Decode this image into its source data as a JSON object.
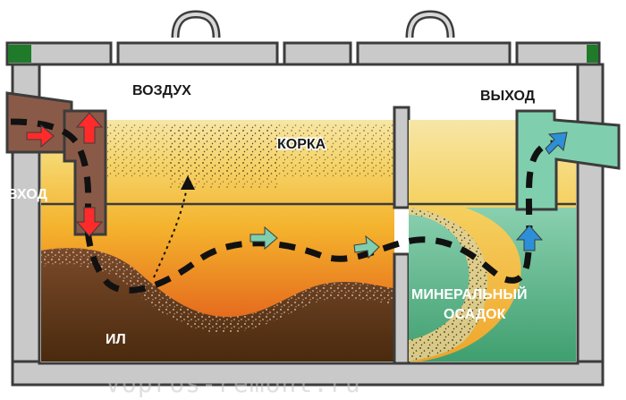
{
  "labels": {
    "air": "ВОЗДУХ",
    "crust": "КОРКА",
    "inlet": "ВХОД",
    "outlet": "ВЫХОД",
    "mineral_line1": "МИНЕРАЛЬНЫЙ",
    "mineral_line2": "ОСАДОК",
    "sludge": "ИЛ"
  },
  "watermark": "vopros-remont.ru",
  "colors": {
    "concrete": "#c9c9c9",
    "concrete_edge": "#3c3c3c",
    "air": "#ffffff",
    "crust_top": "#f6e6a6",
    "liquid_top": "#f4c23a",
    "liquid_bottom": "#d9491a",
    "sludge": "#5c3410",
    "sludge_light": "#8a5a38",
    "mineral": "#6dc29a",
    "inlet_pipe": "#8a5a48",
    "outlet_pipe": "#7fcfae",
    "green_cap": "#1f7a2a",
    "arrow_red": "#ff2a2a",
    "arrow_teal": "#7fcfae",
    "arrow_blue": "#2c8fd8"
  }
}
